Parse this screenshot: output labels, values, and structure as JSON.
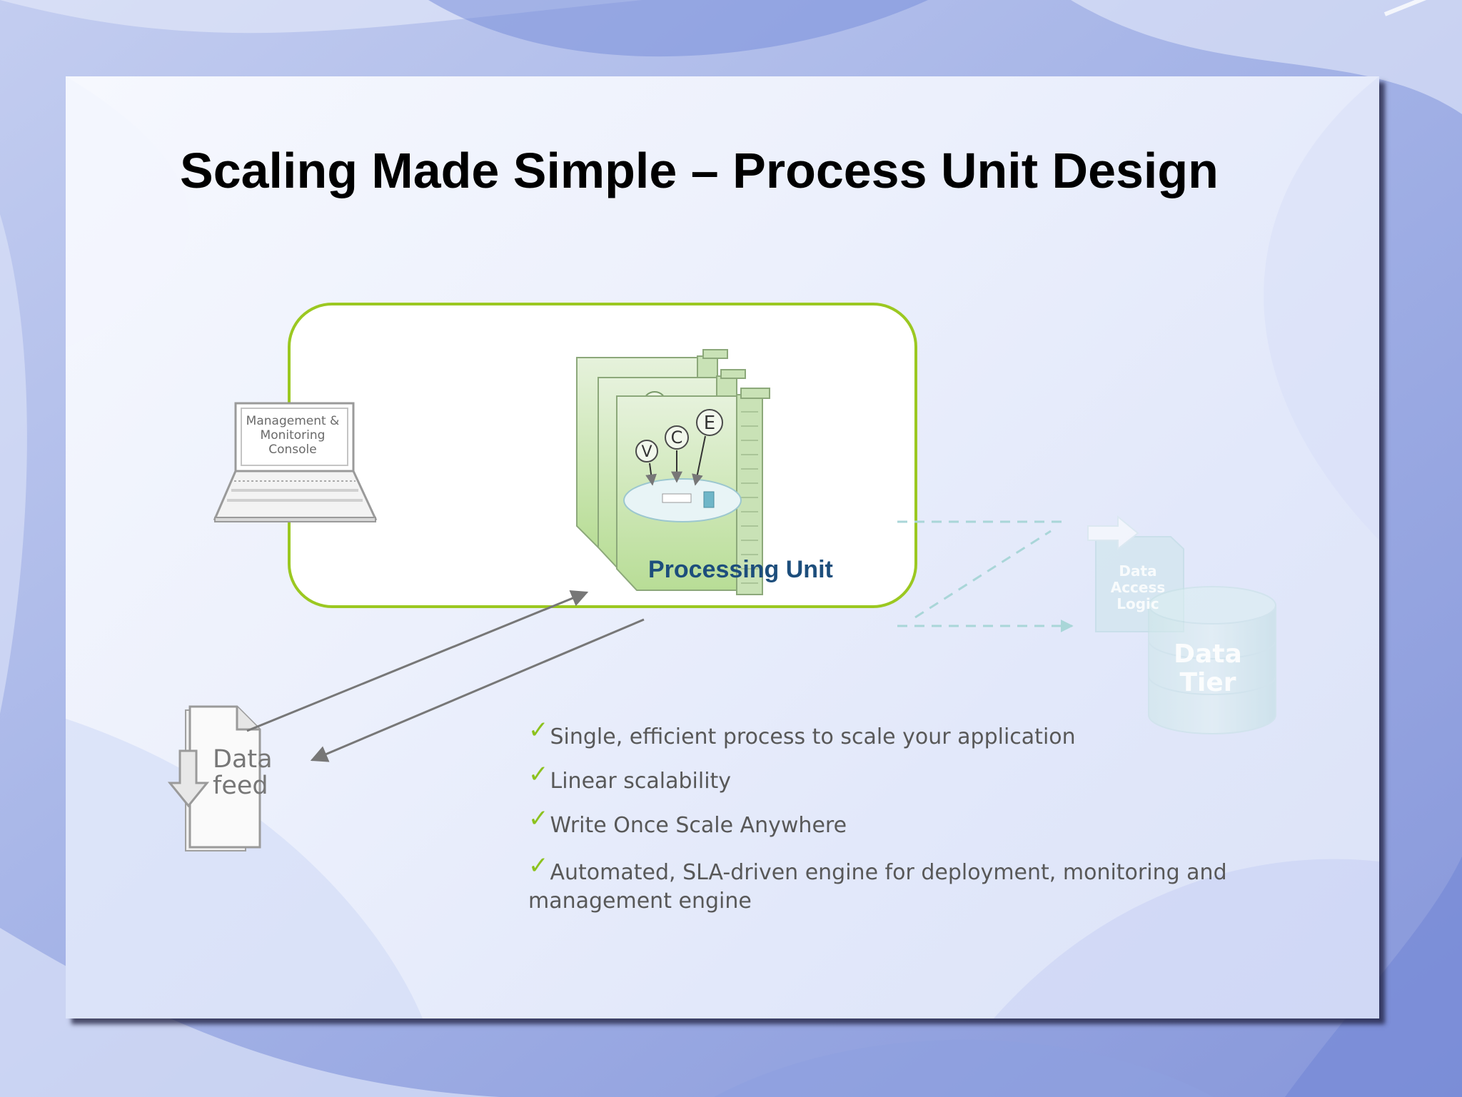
{
  "slide": {
    "title": "Scaling Made Simple – Process Unit Design"
  },
  "diagram": {
    "processing_unit": {
      "label": "Processing Unit",
      "module_letters": [
        "V",
        "C",
        "E"
      ]
    },
    "console": {
      "label": "Management & Monitoring Console"
    },
    "data_feed": {
      "label": "Data feed"
    },
    "data_access_logic": {
      "label": "Data Access Logic"
    },
    "data_tier": {
      "label": "Data Tier"
    },
    "colors": {
      "frame_green": "#9bc821",
      "check_green": "#8cc21e",
      "module_green": "#b8dd96",
      "label_blue": "#1d4e7c"
    }
  },
  "bullets": [
    {
      "check": "✓",
      "text": "Single, efficient process to scale your application"
    },
    {
      "check": "✓",
      "text": "Linear scalability"
    },
    {
      "check": "✓",
      "text": "Write Once Scale Anywhere"
    },
    {
      "check": "✓",
      "text": "Automated, SLA-driven engine for deployment, monitoring and management engine"
    }
  ]
}
